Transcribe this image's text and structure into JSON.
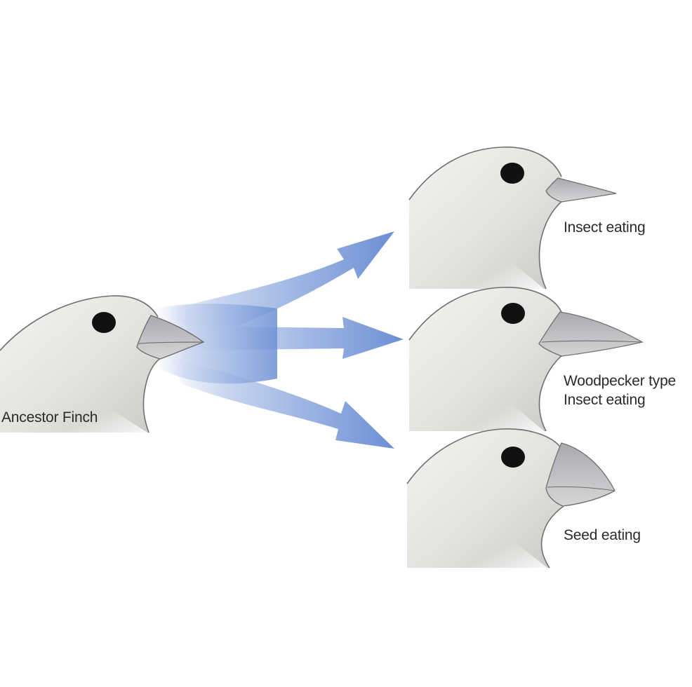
{
  "labels": {
    "ancestor": "Ancestor Finch",
    "top": "Insect eating",
    "middle_line1": "Woodpecker type",
    "middle_line2": "Insect eating",
    "bottom": "Seed eating"
  },
  "colors": {
    "head_fill": "#e4e4e2",
    "head_shadow": "#cfcfcc",
    "outline": "#6f6f6f",
    "beak": "#b9b9bd",
    "eye": "#111111",
    "arrow": "#6b8fd4",
    "text": "#2a2a2a"
  }
}
